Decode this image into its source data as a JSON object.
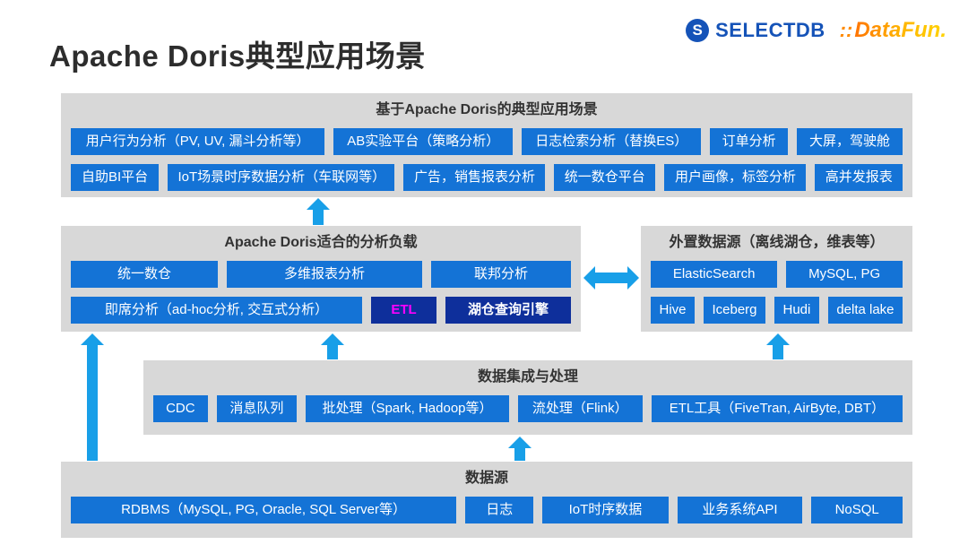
{
  "page": {
    "title": "Apache Doris典型应用场景"
  },
  "logos": {
    "selectdb_icon": "S",
    "selectdb": "SELECTDB",
    "datafun_mark": "::",
    "datafun": "DataFun."
  },
  "colors": {
    "pill_blue": "#1473d6",
    "dark_navy": "#0e2f9b",
    "etl_magenta": "#ff00ff",
    "arrow_blue": "#189fe8",
    "panel_gray": "#d8d8d8",
    "selectdb_blue": "#1553b8",
    "datafun_orange": "#ff8a00"
  },
  "sections": {
    "scenarios": {
      "header": "基于Apache Doris的典型应用场景",
      "row1": [
        "用户行为分析（PV, UV, 漏斗分析等）",
        "AB实验平台（策略分析）",
        "日志检索分析（替换ES）",
        "订单分析",
        "大屏，驾驶舱"
      ],
      "row2": [
        "自助BI平台",
        "IoT场景时序数据分析（车联网等）",
        "广告，销售报表分析",
        "统一数仓平台",
        "用户画像，标签分析",
        "高并发报表"
      ]
    },
    "workloads": {
      "header": "Apache Doris适合的分析负载",
      "row1": [
        "统一数仓",
        "多维报表分析",
        "联邦分析"
      ],
      "row2": [
        "即席分析（ad-hoc分析, 交互式分析）",
        "ETL",
        "湖仓查询引擎"
      ]
    },
    "external": {
      "header": "外置数据源（离线湖仓，维表等）",
      "row1": [
        "ElasticSearch",
        "MySQL, PG"
      ],
      "row2": [
        "Hive",
        "Iceberg",
        "Hudi",
        "delta lake"
      ]
    },
    "integration": {
      "header": "数据集成与处理",
      "row1": [
        "CDC",
        "消息队列",
        "批处理（Spark, Hadoop等）",
        "流处理（Flink）",
        "ETL工具（FiveTran, AirByte, DBT）"
      ]
    },
    "sources": {
      "header": "数据源",
      "row1": [
        "RDBMS（MySQL, PG, Oracle, SQL Server等）",
        "日志",
        "IoT时序数据",
        "业务系统API",
        "NoSQL"
      ]
    }
  }
}
